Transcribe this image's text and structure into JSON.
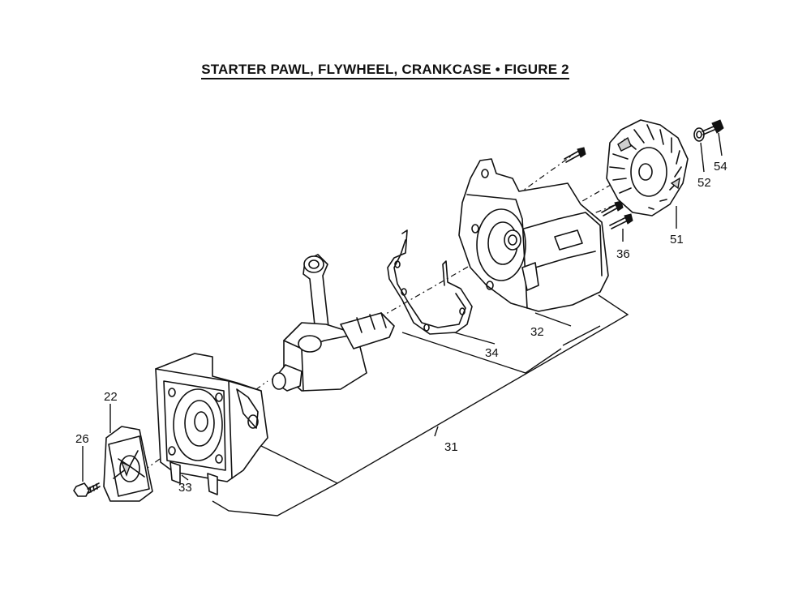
{
  "title": "STARTER PAWL, FLYWHEEL, CRANKCASE  •  FIGURE 2",
  "callouts": {
    "p22": "22",
    "p26": "26",
    "p33": "33",
    "p31": "31",
    "p34": "34",
    "p32": "32",
    "p36": "36",
    "p51": "51",
    "p52": "52",
    "p54": "54"
  }
}
